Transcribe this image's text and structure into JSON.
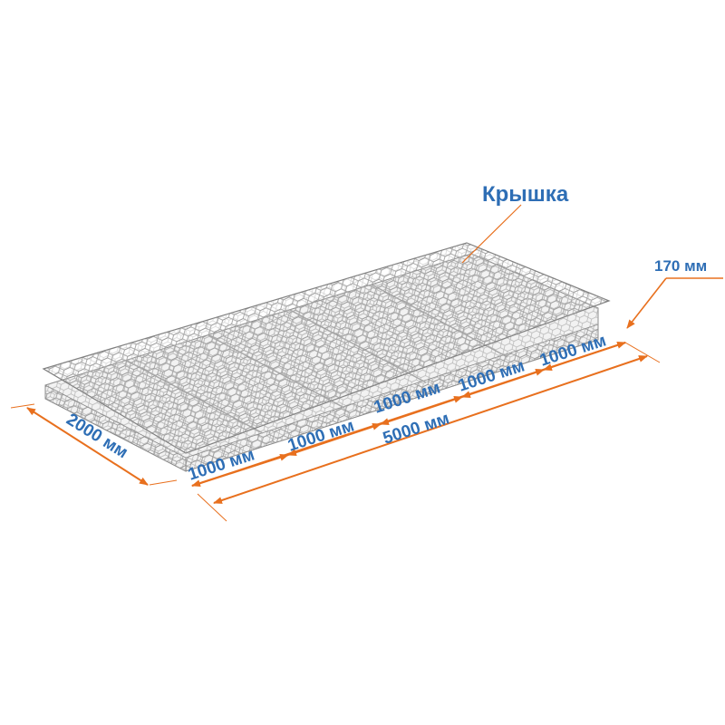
{
  "colors": {
    "label": "#2E6EB5",
    "dimension": "#E8701E",
    "mesh": "#9A9A9A"
  },
  "labels": {
    "lid": "Крышка",
    "height": "170 мм",
    "width": "2000 мм",
    "total_length": "5000 мм",
    "sections": [
      "1000 мм",
      "1000 мм",
      "1000 мм",
      "1000 мм",
      "1000 мм"
    ]
  }
}
